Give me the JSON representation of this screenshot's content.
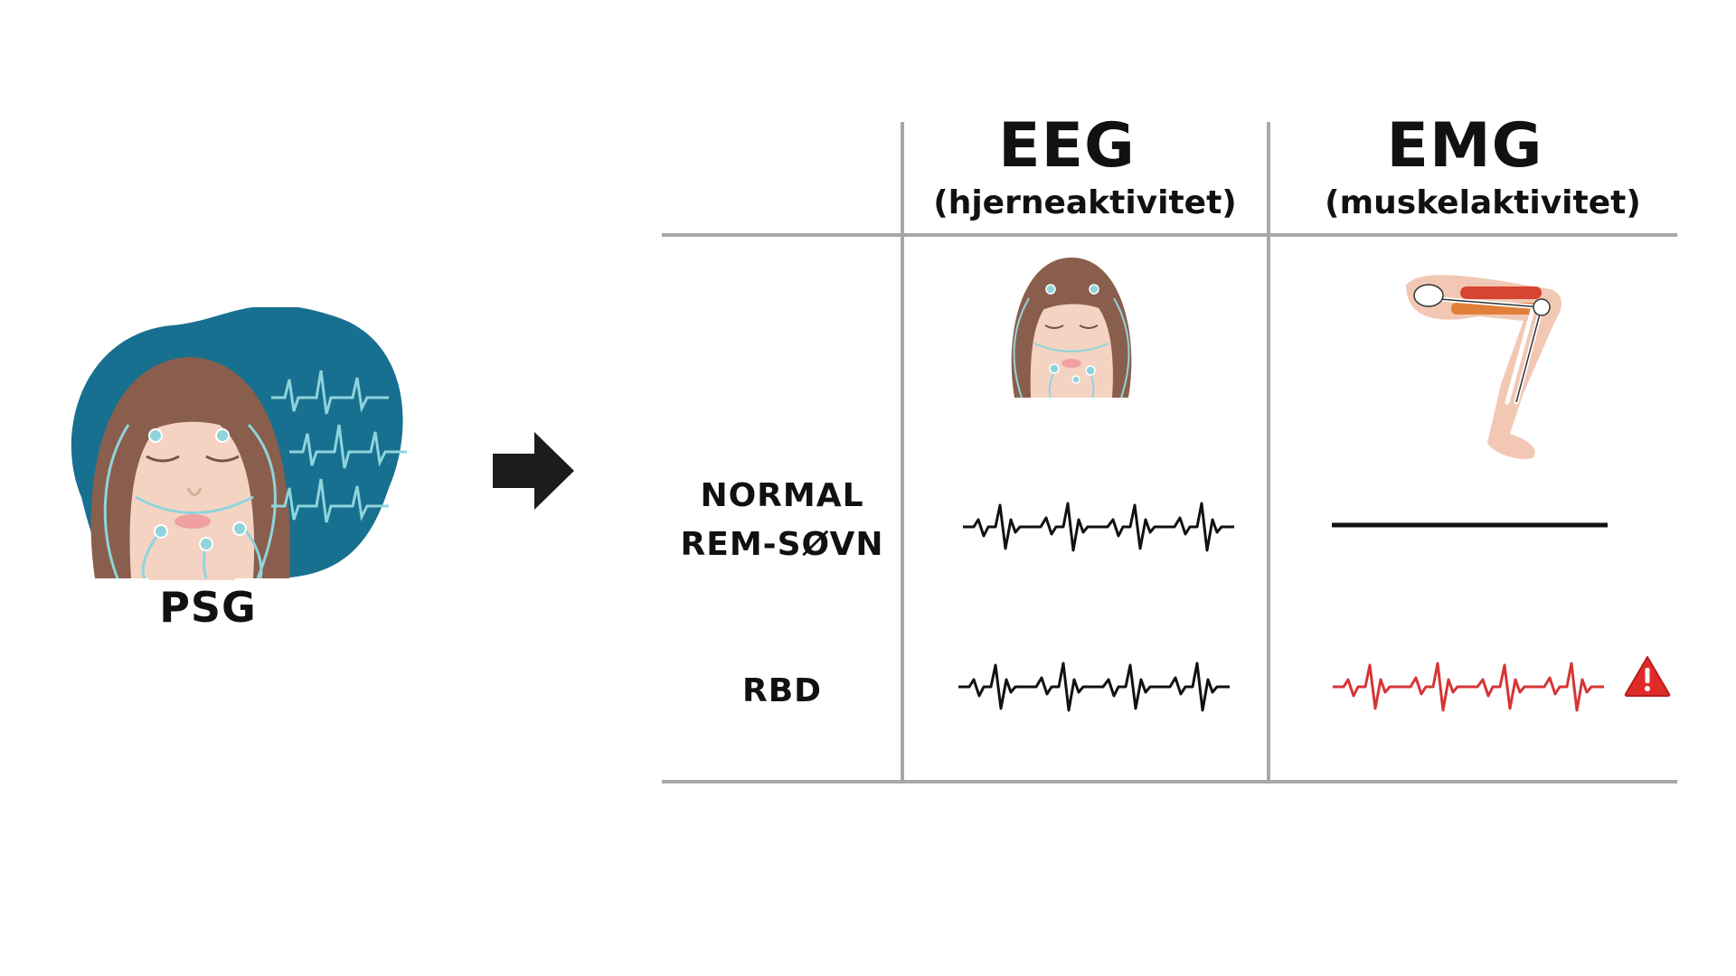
{
  "psg": {
    "label": "PSG",
    "illustration_icon": "face-with-electrodes-icon"
  },
  "arrow_icon": "right-arrow-icon",
  "table": {
    "columns": [
      {
        "title": "EEG",
        "subtitle": "(hjerneaktivitet)",
        "icon": "face-electrodes-icon"
      },
      {
        "title": "EMG",
        "subtitle": "(muskelaktivitet)",
        "icon": "leg-muscle-icon"
      }
    ],
    "rows": [
      {
        "label_line1": "NORMAL",
        "label_line2": "REM-SØVN",
        "eeg": "normal-eeg-trace",
        "emg": "flat-emg-line"
      },
      {
        "label_line1": "RBD",
        "eeg": "normal-eeg-trace",
        "emg": "active-emg-trace",
        "flag_icon": "warning-icon"
      }
    ]
  },
  "colors": {
    "background_blob": "#17708f",
    "grid_line": "#a8a8a8",
    "trace_normal": "#111111",
    "trace_alert": "#d73434",
    "warning": "#e12b2b",
    "electrode_wire": "#8fd4dc"
  }
}
